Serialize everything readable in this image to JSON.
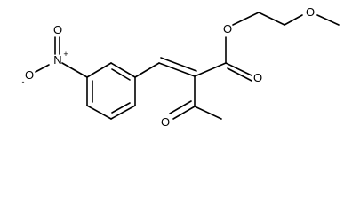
{
  "molecule": {
    "atoms": {
      "nitro_n": "N",
      "nitro_n_charge": "+",
      "nitro_o_top": "O",
      "nitro_o_left": "O",
      "nitro_o_left_charge": "-",
      "ester_o_single": "O",
      "ester_o_double": "O",
      "ether_o": "O",
      "ketone_o": "O"
    }
  }
}
